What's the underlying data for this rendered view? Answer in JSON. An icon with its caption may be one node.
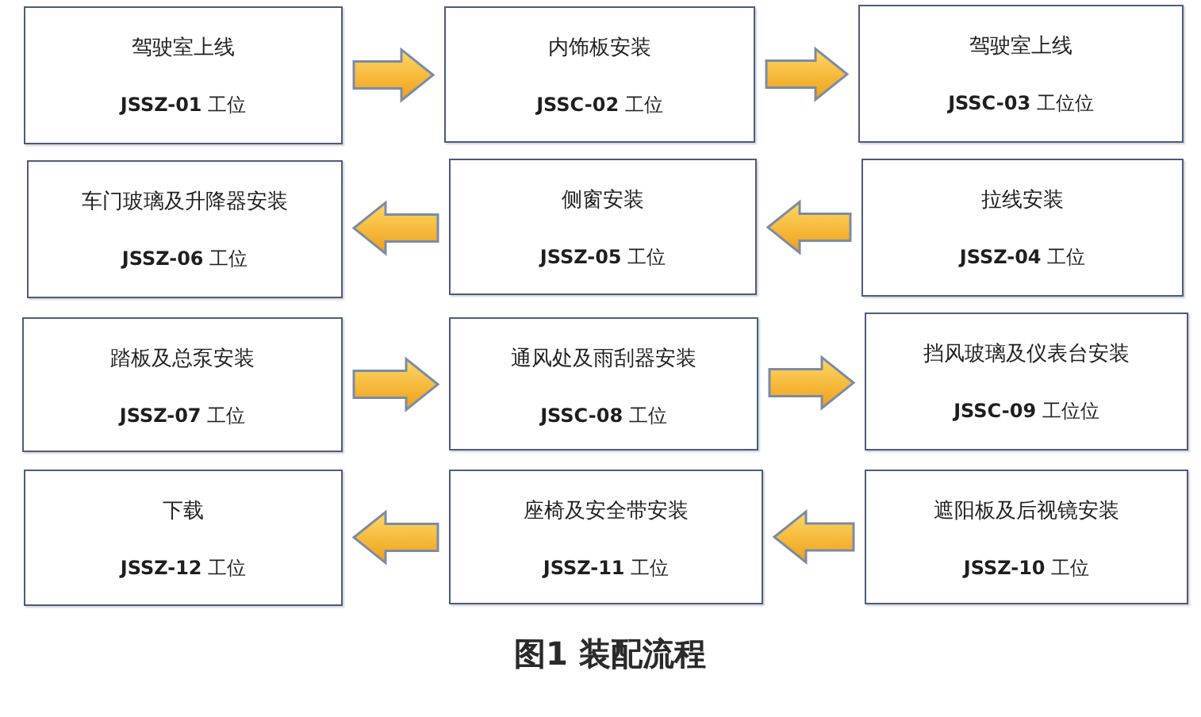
{
  "diagram": {
    "caption": "图1 装配流程",
    "nodes": [
      {
        "text": [
          "驾驶室上线",
          "**JSSZ-01** 工位"
        ]
      },
      {
        "text": [
          "内饰板安装",
          "**JSSC-02** 工位"
        ]
      },
      {
        "text": [
          "驾驶室上线",
          "**JSSC-03** 工位位"
        ]
      },
      {
        "text": [
          "车门玻璃及升降器安装",
          "**JSSZ-06** 工位"
        ]
      },
      {
        "text": [
          "侧窗安装",
          "**JSSZ-05** 工位"
        ]
      },
      {
        "text": [
          "拉线安装",
          "**JSSZ-04** 工位"
        ]
      },
      {
        "text": [
          "踏板及总泵安装",
          "**JSSZ-07** 工位"
        ]
      },
      {
        "text": [
          "通风处及雨刮器安装",
          "**JSSC-08** 工位"
        ]
      },
      {
        "text": [
          "挡风玻璃及仪表台安装",
          "**JSSC-09** 工位位"
        ]
      },
      {
        "text": [
          "下载",
          "**JSSZ-12** 工位"
        ]
      },
      {
        "text": [
          "座椅及安全带安装",
          "**JSSZ-11** 工位"
        ]
      },
      {
        "text": [
          "遮阳板及后视镜安装",
          "**JSSZ-10** 工位"
        ]
      }
    ],
    "edges": [
      {
        "from": 0,
        "to": 1,
        "arrow": "to"
      },
      {
        "from": 1,
        "to": 2,
        "arrow": "to"
      },
      {
        "from": 5,
        "to": 4,
        "arrow": "to"
      },
      {
        "from": 4,
        "to": 3,
        "arrow": "to"
      },
      {
        "from": 6,
        "to": 7,
        "arrow": "to"
      },
      {
        "from": 7,
        "to": 8,
        "arrow": "to"
      },
      {
        "from": 11,
        "to": 10,
        "arrow": "to"
      },
      {
        "from": 10,
        "to": 9,
        "arrow": "to"
      }
    ]
  }
}
